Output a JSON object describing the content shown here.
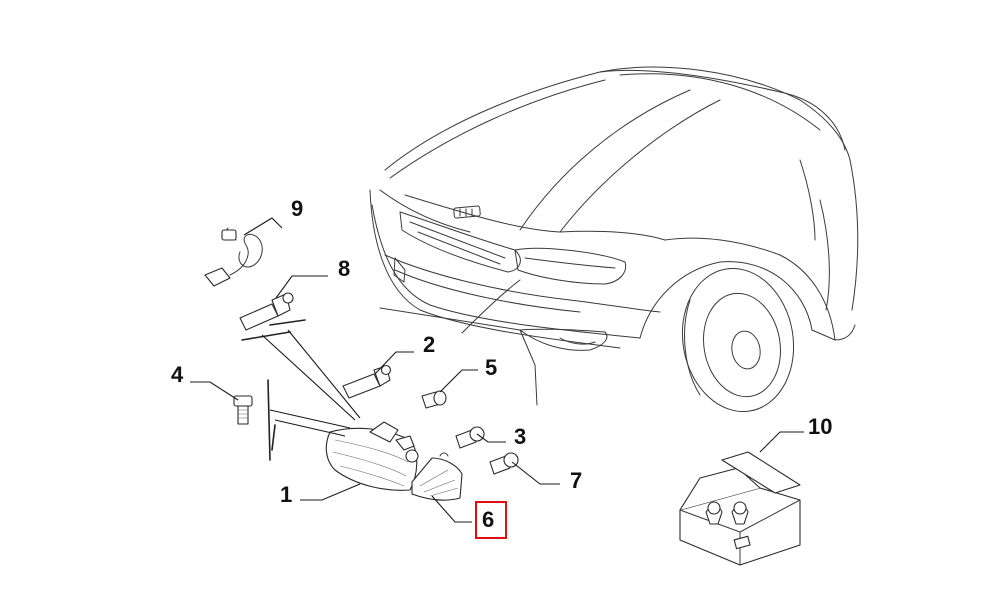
{
  "callouts": [
    {
      "id": "1",
      "label": "1"
    },
    {
      "id": "2",
      "label": "2"
    },
    {
      "id": "3",
      "label": "3"
    },
    {
      "id": "4",
      "label": "4"
    },
    {
      "id": "5",
      "label": "5"
    },
    {
      "id": "6",
      "label": "6",
      "highlighted": true
    },
    {
      "id": "7",
      "label": "7"
    },
    {
      "id": "8",
      "label": "8"
    },
    {
      "id": "9",
      "label": "9"
    },
    {
      "id": "10",
      "label": "10"
    }
  ],
  "highlight_color": "#e01010"
}
